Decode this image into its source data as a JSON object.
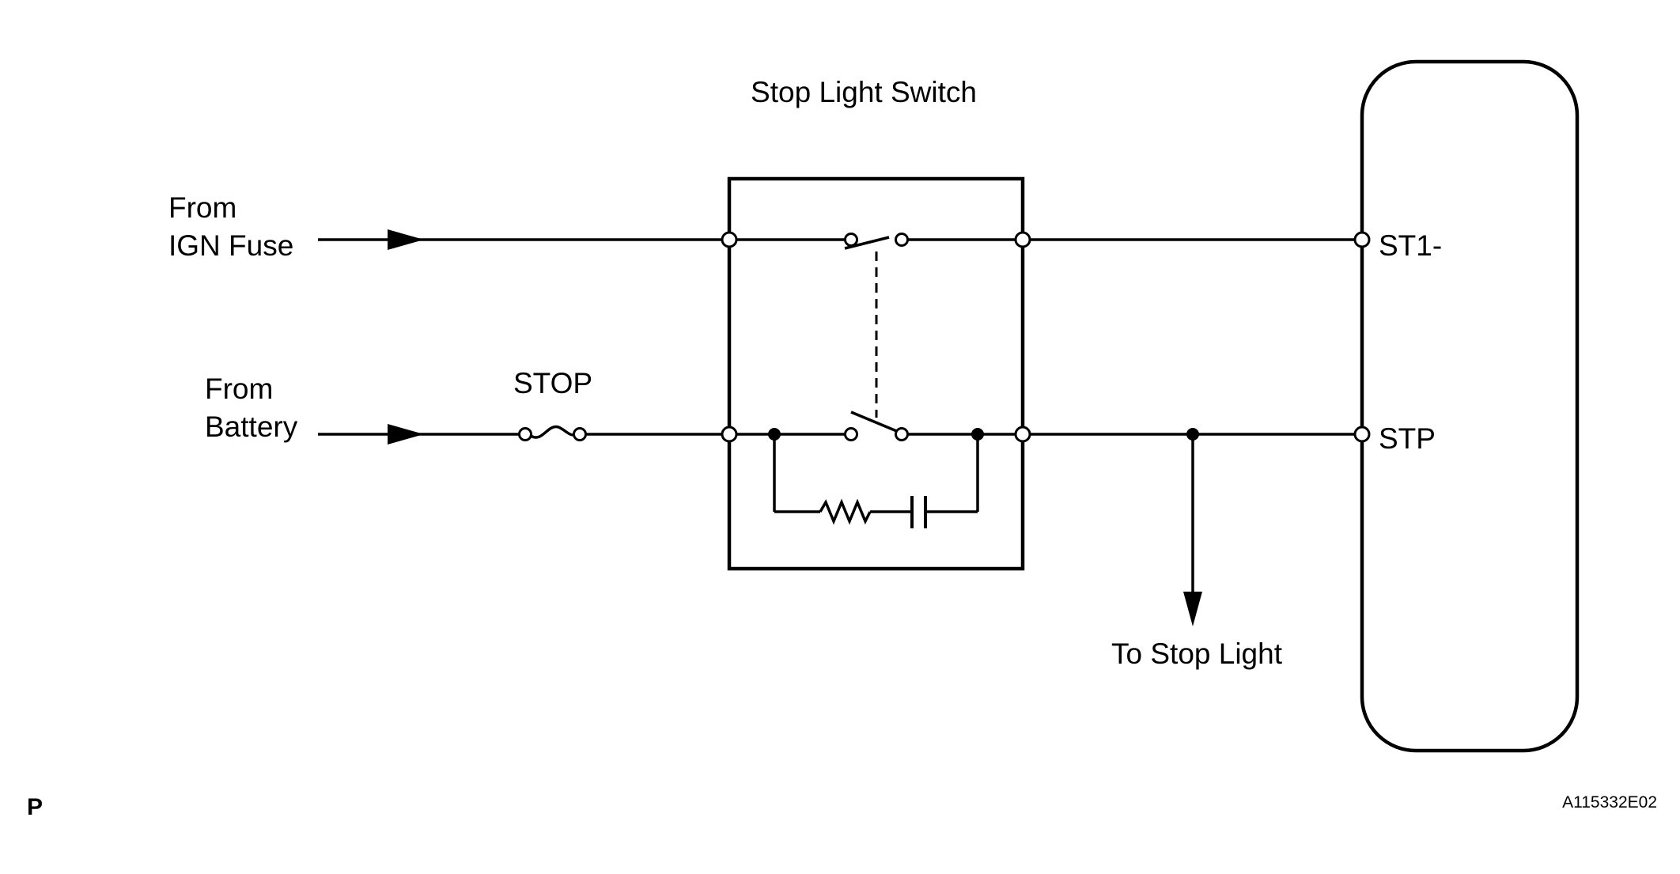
{
  "diagram": {
    "switch_title": "Stop Light Switch",
    "inputs": {
      "ign_line1": "From",
      "ign_line2": "IGN Fuse",
      "batt_line1": "From",
      "batt_line2": "Battery"
    },
    "fuse_label": "STOP",
    "output_label": "To Stop Light",
    "ecu_terminals": {
      "st1": "ST1-",
      "stp": "STP"
    },
    "corner_code": "P",
    "figure_id": "A115332E02"
  }
}
